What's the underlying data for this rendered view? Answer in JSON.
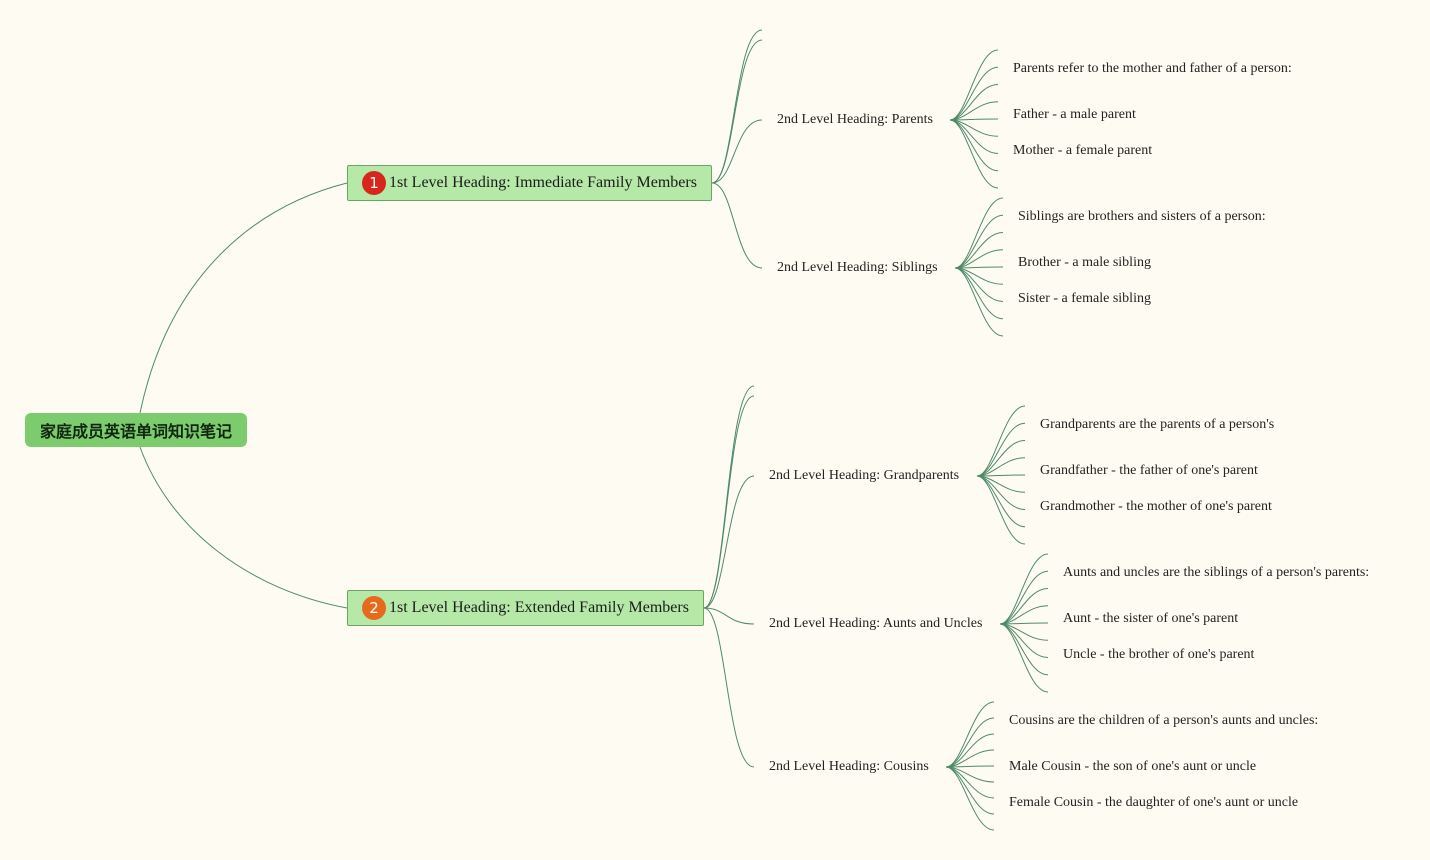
{
  "root": {
    "label": "家庭成员英语单词知识笔记"
  },
  "branches": [
    {
      "badge": "1",
      "label": "1st Level Heading: Immediate Family Members",
      "children": [
        {
          "label": "2nd Level Heading: Parents",
          "items": [
            "Parents refer to the mother and father of a person:",
            "Father - a male parent",
            "Mother - a female parent"
          ]
        },
        {
          "label": "2nd Level Heading: Siblings",
          "items": [
            "Siblings are brothers and sisters of a person:",
            "Brother - a male sibling",
            "Sister - a female sibling"
          ]
        }
      ]
    },
    {
      "badge": "2",
      "label": "1st Level Heading: Extended Family Members",
      "children": [
        {
          "label": "2nd Level Heading: Grandparents",
          "items": [
            "Grandparents are the parents of a person's",
            "Grandfather - the father of one's parent",
            "Grandmother - the mother of one's parent"
          ]
        },
        {
          "label": "2nd Level Heading: Aunts and Uncles",
          "items": [
            "Aunts and uncles are the siblings of a person's parents:",
            "Aunt - the sister of one's parent",
            "Uncle - the brother of one's parent"
          ]
        },
        {
          "label": "2nd Level Heading: Cousins",
          "items": [
            "Cousins are the children of a person's aunts and uncles:",
            "Male Cousin - the son of one's aunt or uncle",
            "Female Cousin - the daughter of one's aunt or uncle"
          ]
        }
      ]
    }
  ],
  "colors": {
    "line": "#4f8a67",
    "root": "#7ccc6e",
    "l1_fill": "#b6e8a8",
    "badge1": "#d7261b",
    "badge2": "#e6691c"
  }
}
